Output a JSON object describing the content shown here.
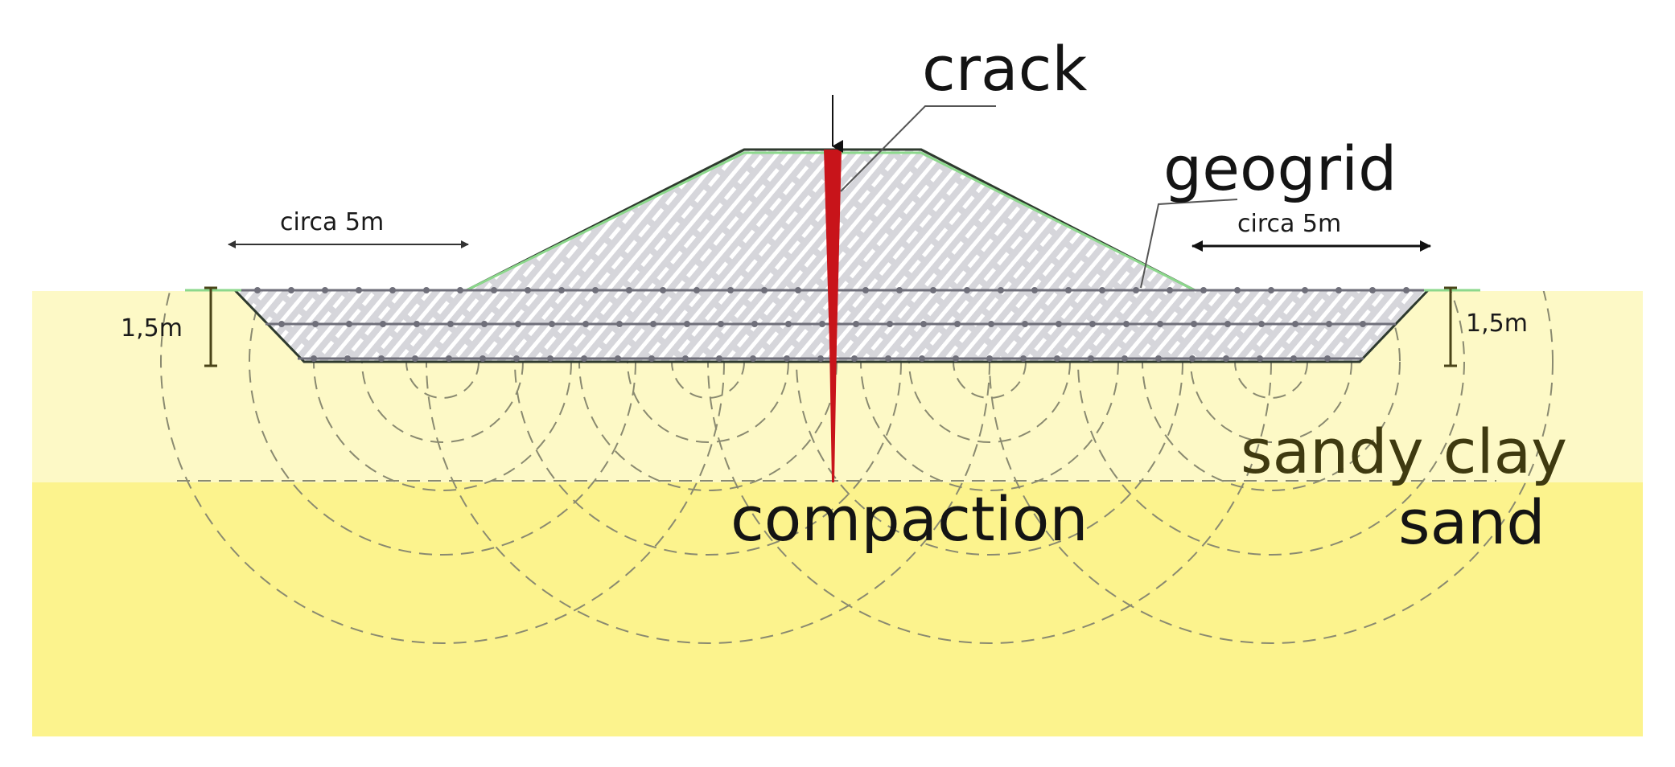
{
  "labels": {
    "crack": "crack",
    "geogrid": "geogrid",
    "compaction": "compaction",
    "sandy_clay": "sandy clay",
    "sand": "sand",
    "left_width": "circa 5m",
    "right_width": "circa 5m",
    "left_depth": "1,5m",
    "right_depth": "1,5m"
  },
  "colors": {
    "sandy_clay_fill": "#fdf9c6",
    "sand_fill": "#fcf38d",
    "embankment_fill": "#d9d9dd",
    "hatch": "#ffffff",
    "outline": "#2e3a2e",
    "geogrid_line": "#7a7a86",
    "crack": "#c8141a",
    "depth_marker": "#4a4418",
    "compaction_arc": "#8a8a70"
  }
}
